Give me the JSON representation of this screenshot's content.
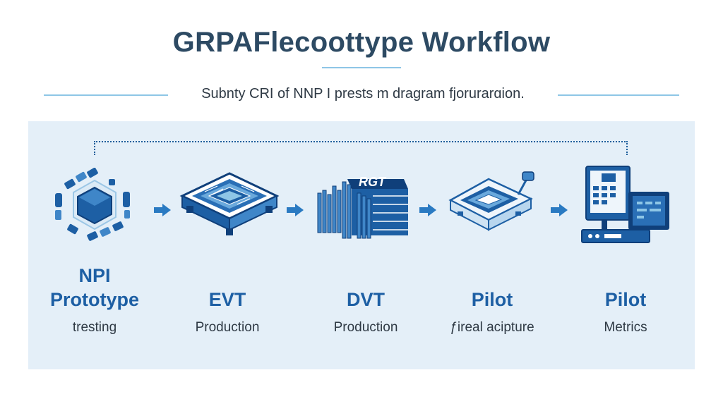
{
  "header": {
    "title": "GRPAFlecoottype Workflow",
    "subtitle": "Subnty CRI of NNP I prests m dragram fjorurarɑion."
  },
  "stages": [
    {
      "label_line1": "NPI",
      "label_line2": "Prototype",
      "description": "tresting",
      "icon": "component-ring-icon"
    },
    {
      "label_line1": "",
      "label_line2": "EVT",
      "description": "Production",
      "icon": "circuit-board-icon"
    },
    {
      "label_line1": "",
      "label_line2": "DVT",
      "description": "Production",
      "icon": "test-report-stack-icon",
      "icon_text": "RGT"
    },
    {
      "label_line1": "",
      "label_line2": "Pilot",
      "description": "ƒireal acipture",
      "icon": "chip-socket-icon"
    },
    {
      "label_line1": "",
      "label_line2": "Pilot",
      "description": "Metrics",
      "icon": "monitor-dashboard-icon"
    }
  ],
  "colors": {
    "title": "#2d4a63",
    "accent": "#1d5fa4",
    "dark_blue": "#0f3f7a",
    "light_blue": "#8ec6e6",
    "panel_bg": "#e4eff8"
  }
}
